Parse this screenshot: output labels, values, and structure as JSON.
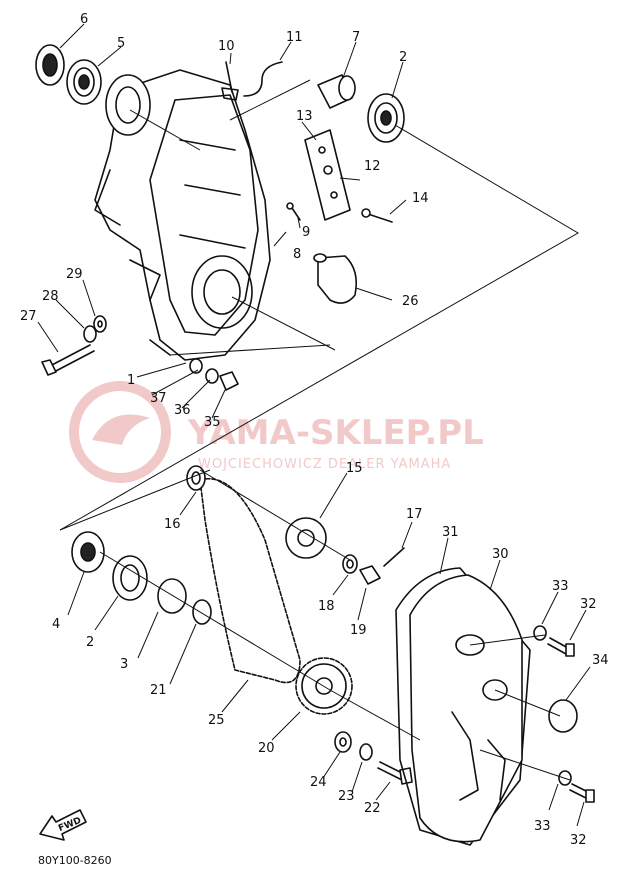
{
  "watermark": {
    "title": "YAMA-SKLEP.PL",
    "subtitle": "WOJCIECHOWICZ DEALER YAMAHA"
  },
  "diagram_code": "80Y100-8260",
  "fwd_label": "FWD",
  "callouts": [
    "1",
    "2",
    "3",
    "4",
    "5",
    "6",
    "7",
    "8",
    "9",
    "10",
    "11",
    "12",
    "13",
    "14",
    "15",
    "16",
    "17",
    "18",
    "19",
    "20",
    "21",
    "22",
    "23",
    "24",
    "25",
    "26",
    "27",
    "28",
    "29",
    "30",
    "31",
    "32",
    "33",
    "34",
    "35",
    "36",
    "37"
  ],
  "second_labels": {
    "2b": "2",
    "32b": "32",
    "33b": "33"
  }
}
